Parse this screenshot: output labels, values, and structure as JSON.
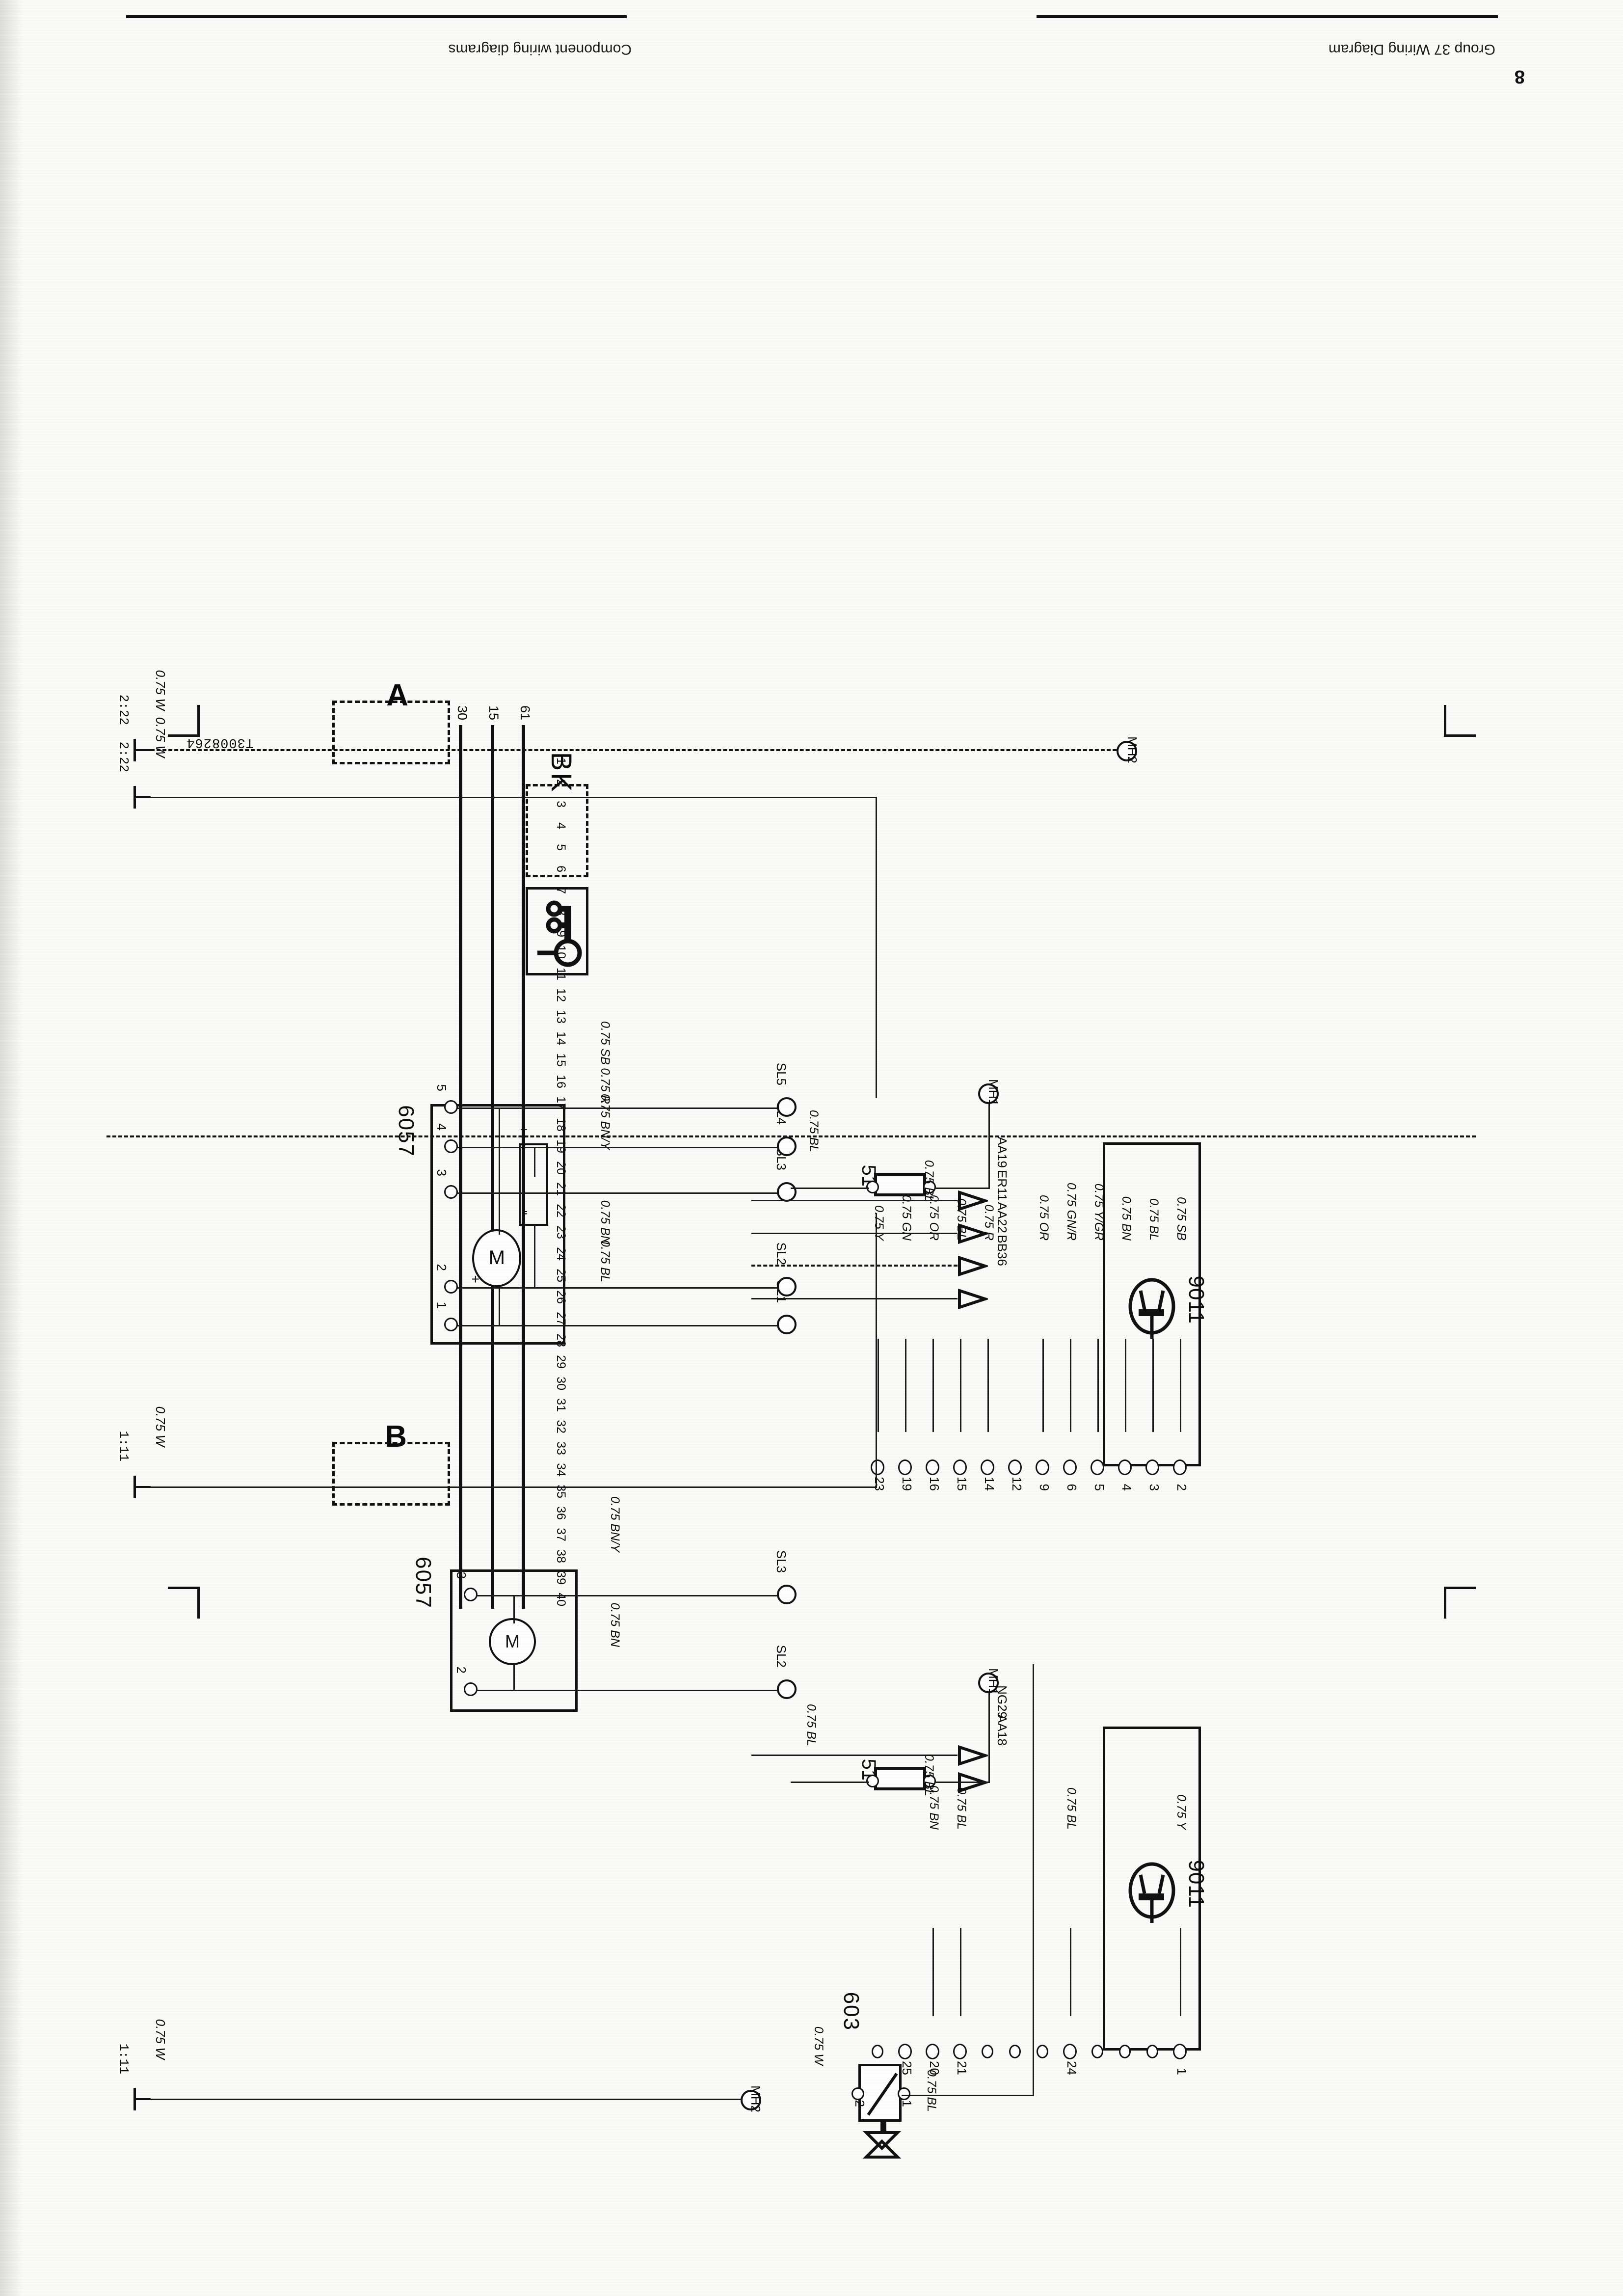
{
  "page": {
    "number": "8",
    "footer_left": "Component wiring diagrams",
    "footer_right": "Group 37 Wiring Diagram",
    "drawing_number": "T3008264"
  },
  "buses": {
    "labels": [
      "30",
      "15",
      "61"
    ]
  },
  "column_scale": {
    "from": 1,
    "to": 40,
    "ticks": [
      "1",
      "2",
      "3",
      "4",
      "5",
      "6",
      "7",
      "8",
      "9",
      "10",
      "11",
      "12",
      "13",
      "14",
      "15",
      "16",
      "17",
      "18",
      "19",
      "20",
      "21",
      "22",
      "23",
      "24",
      "25",
      "26",
      "27",
      "28",
      "29",
      "30",
      "31",
      "32",
      "33",
      "34",
      "35",
      "36",
      "37",
      "38",
      "39",
      "40"
    ]
  },
  "sections": [
    {
      "id": "A",
      "label": "A",
      "left_refs": [
        {
          "ref": "2:22",
          "wire": "0.75 W",
          "style": "dashed"
        },
        {
          "ref": "2:22",
          "wire": "0.75 W",
          "style": "solid"
        }
      ],
      "ground_points": [
        {
          "name": "MH2"
        },
        {
          "name": "MH1"
        }
      ],
      "component": {
        "id": "6057",
        "symbol": "motor",
        "motor_letter": "M",
        "pins": [
          "1",
          "2",
          "3",
          "4",
          "5"
        ],
        "pin_wires": [
          "0.75 BL",
          "0.75 BN",
          "0.75 BN/Y",
          "0.75 R",
          "0.75 SB"
        ],
        "has_resistor": true,
        "resistor_signs": [
          "-",
          "+"
        ],
        "motor_signs": [
          "+",
          "-"
        ]
      },
      "splices": [
        "SL1",
        "SL2",
        "SL3",
        "SL4",
        "SL5"
      ],
      "cross_refs": [
        {
          "name": "BB36",
          "style": "solid"
        },
        {
          "name": "AA22",
          "style": "dashed"
        },
        {
          "name": "ER11",
          "style": "solid"
        },
        {
          "name": "AA19",
          "style": "solid"
        }
      ],
      "fuse": {
        "id": "51",
        "wire_in": "0.75 BL",
        "wire_out": "0.75 BL"
      },
      "connector": {
        "id": "9011",
        "pins": [
          {
            "pin": "2",
            "wire": "0.75 SB"
          },
          {
            "pin": "3",
            "wire": "0.75 BL"
          },
          {
            "pin": "4",
            "wire": "0.75 BN"
          },
          {
            "pin": "5",
            "wire": "0.75 Y/GR"
          },
          {
            "pin": "6",
            "wire": "0.75 GN/R"
          },
          {
            "pin": "9",
            "wire": "0.75 OR"
          },
          {
            "pin": "12",
            "wire": ""
          },
          {
            "pin": "14",
            "wire": "0.75 R"
          },
          {
            "pin": "15",
            "wire": "0.75 BL"
          },
          {
            "pin": "16",
            "wire": "0.75 OR"
          },
          {
            "pin": "19",
            "wire": "0.75 GN"
          },
          {
            "pin": "23",
            "wire": "0.75 Y"
          }
        ]
      }
    },
    {
      "id": "B",
      "label": "B",
      "left_refs": [
        {
          "ref": "1:11",
          "wire": "0.75 W",
          "style": "solid"
        },
        {
          "ref": "1:11",
          "wire": "0.75 W",
          "style": "solid"
        }
      ],
      "ground_points": [
        {
          "name": "MH1"
        },
        {
          "name": "MH2"
        }
      ],
      "component": {
        "id": "6057",
        "symbol": "motor",
        "motor_letter": "M",
        "pins": [
          "2",
          "3"
        ],
        "pin_wires": [
          "0.75 BN",
          "0.75 BN/Y"
        ]
      },
      "splices": [
        "SL2",
        "SL3"
      ],
      "cross_refs": [
        {
          "name": "NG29",
          "style": "solid"
        },
        {
          "name": "AA18",
          "style": "solid"
        }
      ],
      "fuse": {
        "id": "51",
        "wire_in": "0.75 BL",
        "wire_out": "0.75 BL"
      },
      "valve": {
        "id": "603",
        "pins": [
          "1",
          "2"
        ],
        "wire_in": "0.75 W",
        "wire_out": "0.75 BL"
      },
      "connector": {
        "id": "9011",
        "pins": [
          {
            "pin": "1",
            "wire": "0.75 Y"
          },
          {
            "pin": "24",
            "wire": "0.75 BL"
          },
          {
            "pin": "21",
            "wire": "0.75 BL"
          },
          {
            "pin": "20",
            "wire": "0.75 BN"
          },
          {
            "pin": "25",
            "wire": ""
          }
        ]
      }
    }
  ],
  "legend": {
    "ignition_symbol": "key-switch",
    "bk_box": "BK"
  },
  "colors": {
    "ink": "#111111",
    "paper": "#fbfbfa"
  }
}
